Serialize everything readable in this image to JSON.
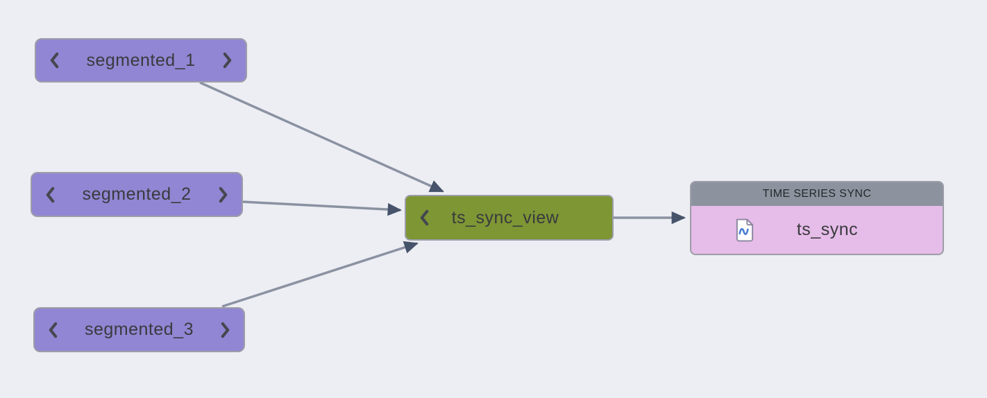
{
  "colors": {
    "canvas-bg": "#edeef3",
    "node-purple": "#9186d3",
    "node-green": "#7e9634",
    "node-pink": "#e6bce8",
    "header-gray": "#8c939e",
    "node-border": "#9c9da8",
    "node-text": "#393a3e",
    "header-text": "#25272b",
    "chevron": "#45474f",
    "edge-line": "#8a92a2",
    "edge-arrowhead": "#46536b",
    "icon-stroke": "#8b87a0",
    "icon-wave": "#4d7fd6"
  },
  "flow": {
    "datasets": [
      {
        "label": "segmented_1"
      },
      {
        "label": "segmented_2"
      },
      {
        "label": "segmented_3"
      }
    ],
    "view": {
      "label": "ts_sync_view"
    },
    "recipe": {
      "type_header": "TIME SERIES SYNC",
      "output_label": "ts_sync",
      "output_icon": "timeseries-dataset-icon"
    }
  }
}
